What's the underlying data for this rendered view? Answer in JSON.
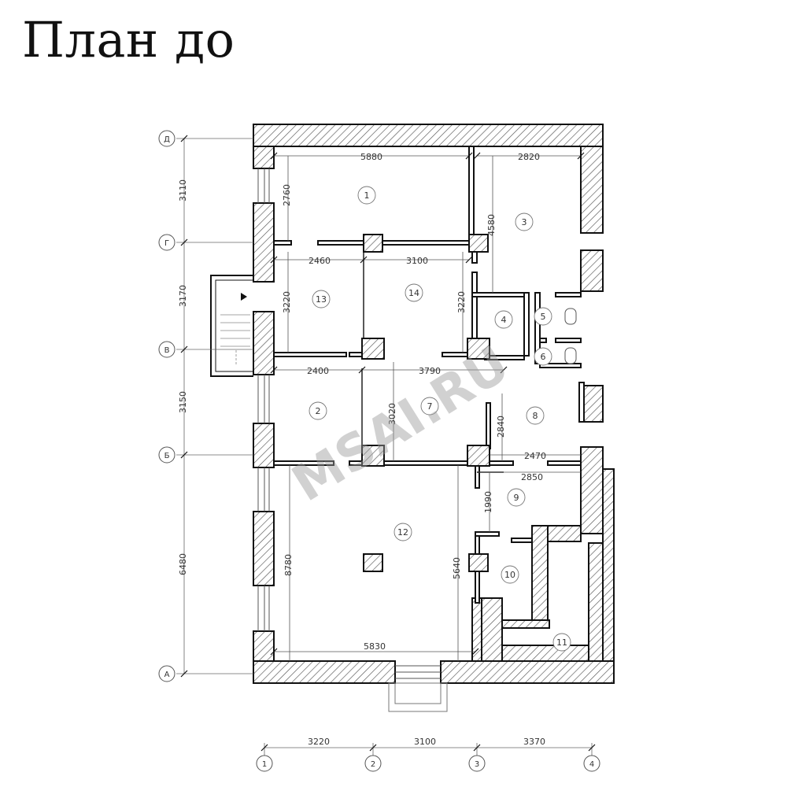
{
  "title": "План до",
  "watermark": "MSAI.RU",
  "axes_rows": [
    "Д",
    "Г",
    "В",
    "Б",
    "А"
  ],
  "axes_cols": [
    "1",
    "2",
    "3",
    "4"
  ],
  "row_spans": [
    "3110",
    "3170",
    "3150",
    "6480"
  ],
  "col_spans": [
    "3220",
    "3100",
    "3370"
  ],
  "rooms": [
    "1",
    "2",
    "3",
    "4",
    "5",
    "6",
    "7",
    "8",
    "9",
    "10",
    "11",
    "12",
    "13",
    "14"
  ],
  "dimensions": {
    "r1_width": "5880",
    "r3_width": "2820",
    "r1_height": "2760",
    "r3_height": "4580",
    "r13_width": "2460",
    "r14_width": "3100",
    "r13_height": "3220",
    "r14_height": "3220",
    "r2_width": "2400",
    "r7_width": "3790",
    "r7_height": "3020",
    "r8_height": "2840",
    "r8_width": "2470",
    "r9_width": "2850",
    "r9_height": "1990",
    "r12_height": "8780",
    "r12_height2": "5640",
    "r12_width": "5830"
  }
}
